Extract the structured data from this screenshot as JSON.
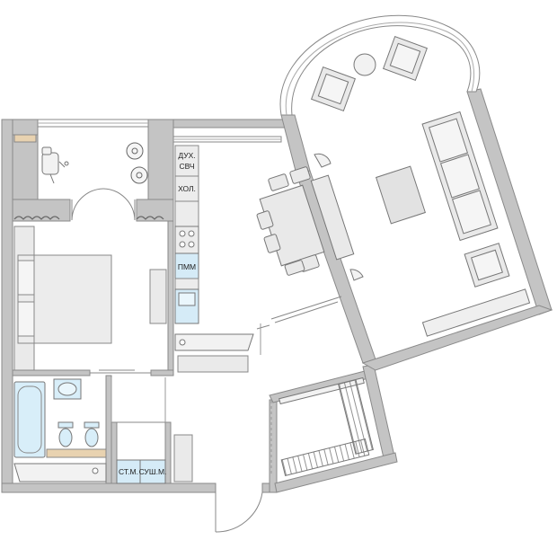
{
  "labels": {
    "oven_line1": "ДУХ.",
    "oven_line2": "СВЧ",
    "fridge": "ХОЛ.",
    "dishwasher": "ПММ",
    "washer": "СТ.М.",
    "dryer": "СУШ.М."
  },
  "colors": {
    "wall": "#c4c4c4",
    "wall_stroke": "#8a8a8a",
    "furniture_fill": "#e9e9e9",
    "furniture_stroke": "#888888",
    "appliance_blue": "#d5ebf7",
    "bath_blue": "#d8eef9",
    "wood_strip": "#e8d2b0"
  }
}
